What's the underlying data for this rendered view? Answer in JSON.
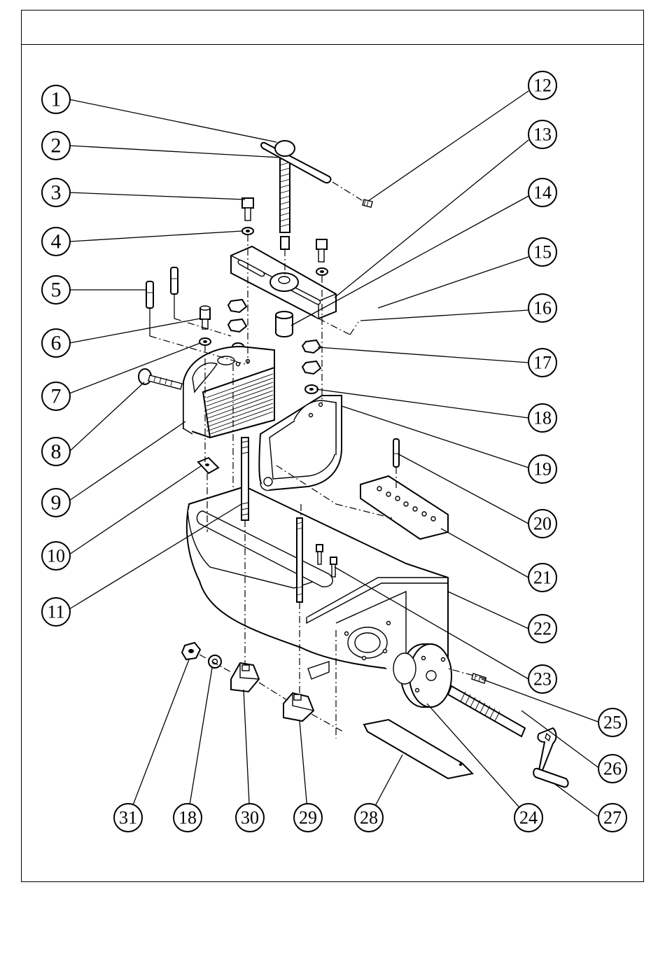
{
  "title": "",
  "callouts": [
    {
      "label": "1",
      "part": "tommy-bar"
    },
    {
      "label": "2",
      "part": "lead-screw"
    },
    {
      "label": "3",
      "part": "hex-bolt"
    },
    {
      "label": "4",
      "part": "washer"
    },
    {
      "label": "5",
      "part": "guide-pin"
    },
    {
      "label": "6",
      "part": "socket-cap-screw"
    },
    {
      "label": "7",
      "part": "washer"
    },
    {
      "label": "8",
      "part": "adjusting-bolt"
    },
    {
      "label": "9",
      "part": "moving-jaw"
    },
    {
      "label": "10",
      "part": "jaw-plate"
    },
    {
      "label": "11",
      "part": "stud"
    },
    {
      "label": "12",
      "part": "end-cap-screw"
    },
    {
      "label": "13",
      "part": "top-bridge-bar"
    },
    {
      "label": "14",
      "part": "screw-nut-bush"
    },
    {
      "label": "15",
      "part": "set-screw"
    },
    {
      "label": "16",
      "part": "nut"
    },
    {
      "label": "17",
      "part": "hex-nut"
    },
    {
      "label": "18",
      "part": "washer"
    },
    {
      "label": "19",
      "part": "fixed-jaw-body"
    },
    {
      "label": "20",
      "part": "locating-pin"
    },
    {
      "label": "21",
      "part": "pin-plate"
    },
    {
      "label": "22",
      "part": "base"
    },
    {
      "label": "23",
      "part": "cap-screw"
    },
    {
      "label": "24",
      "part": "bearing-flange"
    },
    {
      "label": "25",
      "part": "screw"
    },
    {
      "label": "26",
      "part": "feed-screw"
    },
    {
      "label": "27",
      "part": "crank-handle"
    },
    {
      "label": "28",
      "part": "wedge-plate"
    },
    {
      "label": "29",
      "part": "clamp-block"
    },
    {
      "label": "30",
      "part": "clamp-block"
    },
    {
      "label": "31",
      "part": "hex-nut"
    },
    {
      "label": "18",
      "part": "washer"
    }
  ]
}
